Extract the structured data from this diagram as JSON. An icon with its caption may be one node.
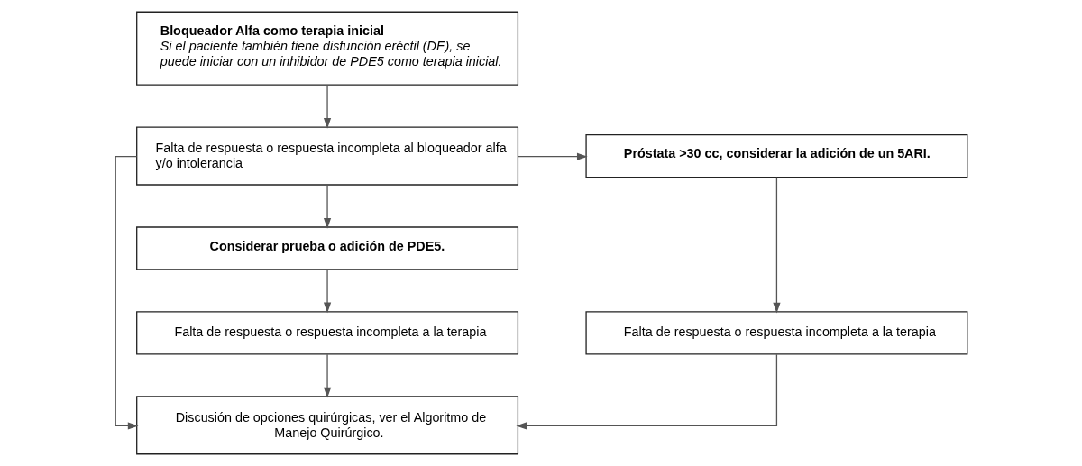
{
  "diagram": {
    "nodes": [
      {
        "text": [
          "Bloqueador Alfa como terapia inicial",
          "Si el paciente también tiene disfunción eréctil (DE), se puede iniciar con un inhibidor de PDE5 como terapia inicial."
        ]
      },
      {
        "text": [
          "Falta de respuesta o respuesta incompleta al bloqueador alfa y/o intolerancia"
        ]
      },
      {
        "text": [
          "Próstata >30 cc, considerar la adición de un 5ARI."
        ]
      },
      {
        "text": [
          "Discusión de opciones quirúrgicas, ver el Algoritmo de Manejo Quirúrgico."
        ]
      },
      {
        "text": [
          "Considerar prueba o adición de PDE5."
        ]
      },
      {
        "text": [
          "Falta de respuesta o respuesta incompleta a la terapia"
        ]
      },
      {
        "text": [
          "Falta de respuesta o respuesta incompleta a la terapia"
        ]
      }
    ],
    "edges": [
      {
        "from": 0,
        "to": 1,
        "arrow": "to"
      },
      {
        "from": 1,
        "to": 2,
        "arrow": "to"
      },
      {
        "from": 1,
        "to": 3,
        "arrow": "to"
      },
      {
        "from": 1,
        "to": 4,
        "arrow": "to"
      },
      {
        "from": 4,
        "to": 5,
        "arrow": "to"
      },
      {
        "from": 5,
        "to": 3,
        "arrow": "to"
      },
      {
        "from": 2,
        "to": 6,
        "arrow": "to"
      },
      {
        "from": 6,
        "to": 3,
        "arrow": "to"
      }
    ]
  }
}
